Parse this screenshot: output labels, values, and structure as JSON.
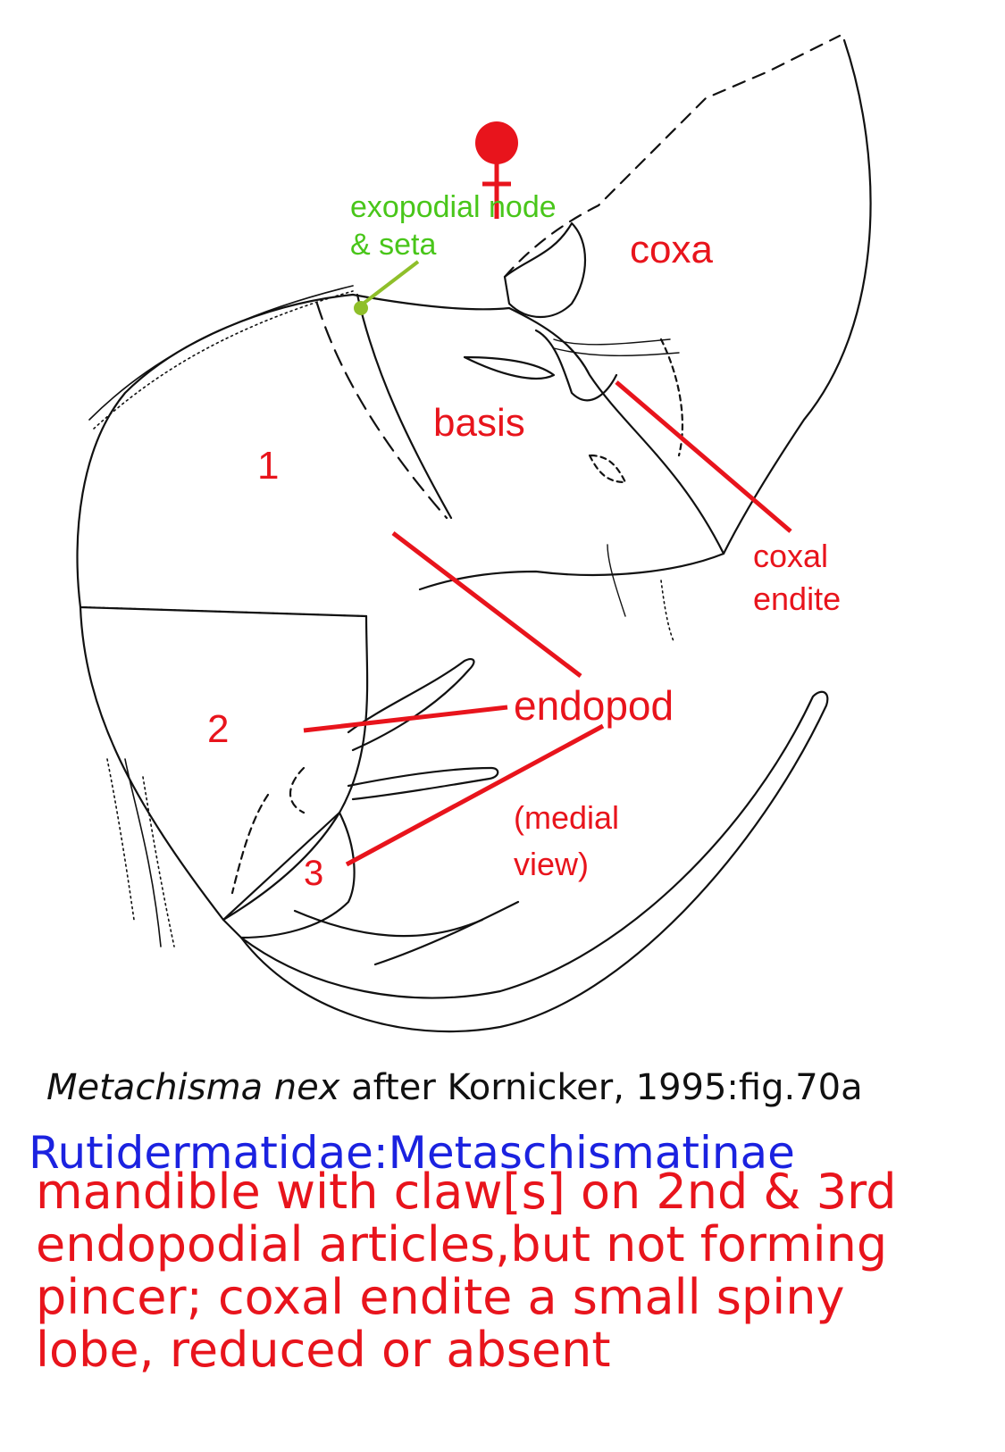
{
  "labels": {
    "coxa": "coxa",
    "basis": "basis",
    "article_1": "1",
    "article_2": "2",
    "article_3": "3",
    "exopodial_line1": "exopodial node",
    "exopodial_line2": "& seta",
    "coxal_endite_line1": "coxal",
    "coxal_endite_line2": "endite",
    "endopod": "endopod",
    "medial_line1": "(medial",
    "medial_line2": "view)"
  },
  "caption": {
    "species": "Metachisma nex",
    "source": " after Kornicker, 1995:fig.70a"
  },
  "taxon": "Rutidermatidae:Metaschismatinae",
  "description": [
    "mandible with claw[s] on 2nd & 3rd",
    "endopodial articles,but not forming",
    "pincer; coxal endite a small spiny",
    "lobe, reduced or absent"
  ],
  "symbols": {
    "female_symbol": "female-symbol"
  },
  "colors": {
    "label_red": "#e8141c",
    "label_green": "#49c61a",
    "taxon_blue": "#1b22e0",
    "line_red": "#e8141c"
  }
}
